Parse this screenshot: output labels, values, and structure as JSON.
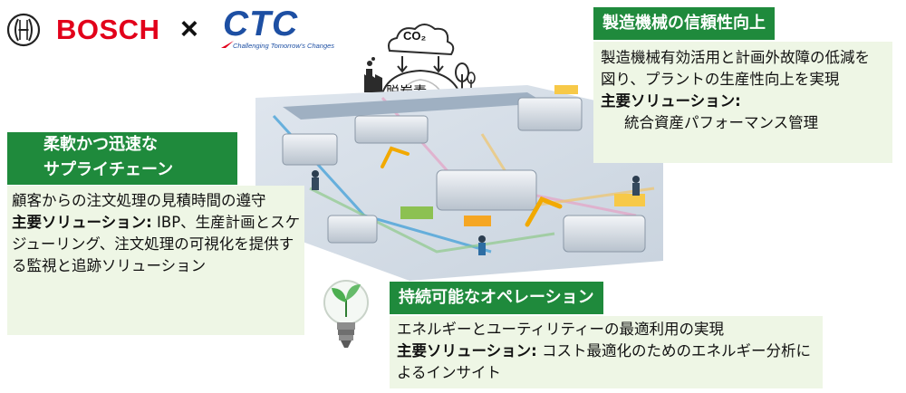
{
  "header": {
    "bosch_wordmark": "BOSCH",
    "times_sign": "×",
    "ctc_wordmark": "CTC",
    "ctc_tagline": "Challenging Tomorrow's Changes",
    "bosch_color": "#e2001a",
    "ctc_color": "#1d4fa3"
  },
  "illustration": {
    "co2_label": "CO₂",
    "decarbonization_label": "脱炭素",
    "factory_icon": "factory-icon",
    "tree_icon": "tree-icon",
    "bulb_icon": "lightbulb-sprout-icon"
  },
  "panels": {
    "reliability": {
      "title": "製造機械の信頼性向上",
      "description": "製造機械有効活用と計画外故障の低減を図り、プラントの生産性向上を実現",
      "solution_label": "主要ソリューション:",
      "solution_text": "統合資産パフォーマンス管理"
    },
    "supply_chain": {
      "title_line1": "柔軟かつ迅速な",
      "title_line2": "サプライチェーン",
      "description": "顧客からの注文処理の見積時間の遵守",
      "solution_label": "主要ソリューション:",
      "solution_text": " IBP、生産計画とスケジューリング、注文処理の可視化を提供する監視と追跡ソリューション"
    },
    "sustainable": {
      "title": "持続可能なオペレーション",
      "description": "エネルギーとユーティリティーの最適利用の実現",
      "solution_label": "主要ソリューション:",
      "solution_text": " コスト最適化のためのエネルギー分析によるインサイト"
    }
  },
  "colors": {
    "title_green": "#1f8a3c",
    "body_tint": "#eef6e5"
  }
}
